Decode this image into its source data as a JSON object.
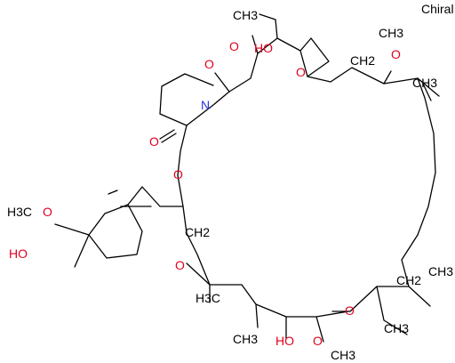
{
  "stereo_note": "Chiral",
  "colors": {
    "bond": "#000000",
    "oxygen": "#e0001e",
    "nitrogen": "#2233d8"
  },
  "atoms": [
    {
      "name": "o-ester-carbonyl",
      "text": "O",
      "color": "oxygen"
    },
    {
      "name": "o-ketone-1",
      "text": "O",
      "color": "oxygen"
    },
    {
      "name": "oh-hemiketal",
      "text": "HO",
      "color": "oxygen"
    },
    {
      "name": "o-ring-ether",
      "text": "O",
      "color": "oxygen"
    },
    {
      "name": "o-ester-ring",
      "text": "O",
      "color": "oxygen"
    },
    {
      "name": "n-piperidine",
      "text": "N",
      "color": "nitrogen"
    },
    {
      "name": "o-ketone-2",
      "text": "O",
      "color": "oxygen"
    },
    {
      "name": "o-ketone-3",
      "text": "O",
      "color": "oxygen"
    },
    {
      "name": "o-ketone-4",
      "text": "O",
      "color": "oxygen"
    },
    {
      "name": "o-methoxy-top",
      "text": "O",
      "color": "oxygen"
    },
    {
      "name": "o-methoxy-left",
      "text": "O",
      "color": "oxygen"
    },
    {
      "name": "oh-cyclohexyl",
      "text": "HO",
      "color": "oxygen"
    },
    {
      "name": "oh-lower",
      "text": "HO",
      "color": "oxygen"
    },
    {
      "name": "o-methoxy-bottom",
      "text": "O",
      "color": "oxygen"
    }
  ],
  "groups": [
    {
      "name": "ch3-top-left",
      "text": "CH3"
    },
    {
      "name": "ch3-top-right",
      "text": "CH3"
    },
    {
      "name": "ch3-methyl-right",
      "text": "CH3"
    },
    {
      "name": "ch2-top",
      "text": "CH2"
    },
    {
      "name": "ch2-middle",
      "text": "CH2"
    },
    {
      "name": "ch2-right",
      "text": "CH2"
    },
    {
      "name": "h3c-methoxy-left",
      "text": "H3C"
    },
    {
      "name": "h3c-lower-left",
      "text": "H3C"
    },
    {
      "name": "ch3-bottom-left",
      "text": "CH3"
    },
    {
      "name": "ch3-right-lower",
      "text": "CH3"
    },
    {
      "name": "ch3-bottom-right",
      "text": "CH3"
    },
    {
      "name": "ch3-methoxy-bottom",
      "text": "CH3"
    }
  ]
}
